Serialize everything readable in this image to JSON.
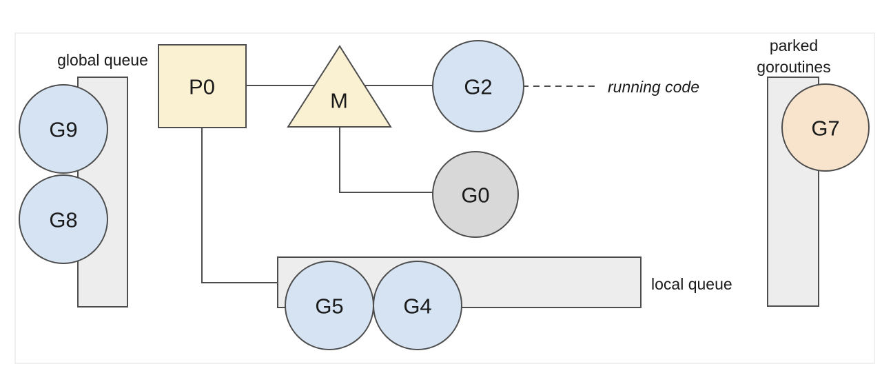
{
  "colors": {
    "processor_fill": "#faf0d2",
    "goroutine_blue": "#d5e3f2",
    "goroutine_gray": "#d8d8d8",
    "goroutine_peach": "#f8e4cc",
    "queue_fill": "#ededed",
    "shape_stroke": "#4d4d4d",
    "frame_stroke": "#f0f0f0",
    "text_color": "#1a1a1a"
  },
  "labels": {
    "global_queue": "global queue",
    "local_queue": "local queue",
    "parked_goroutines_line1": "parked",
    "parked_goroutines_line2": "goroutines",
    "running_code": "running code"
  },
  "nodes": {
    "processor": "P0",
    "machine_thread": "M",
    "running_goroutine": "G2",
    "scheduler_goroutine": "G0",
    "global_queue_goroutines": [
      "G9",
      "G8"
    ],
    "local_queue_goroutines": [
      "G5",
      "G4"
    ],
    "parked_goroutine": "G7"
  }
}
